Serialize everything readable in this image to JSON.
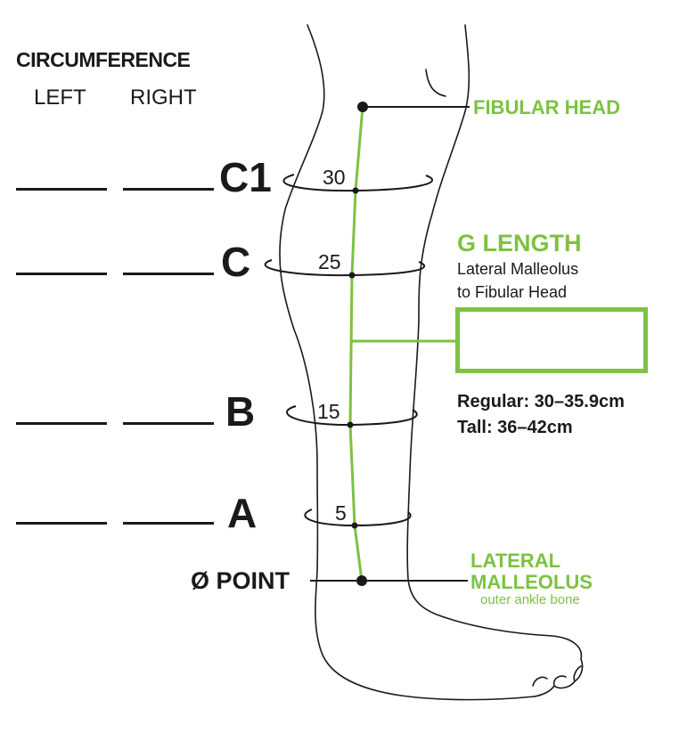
{
  "header": {
    "title": "CIRCUMFERENCE",
    "left": "LEFT",
    "right": "RIGHT"
  },
  "levels": [
    {
      "label": "C1",
      "measure": "30"
    },
    {
      "label": "C",
      "measure": "25"
    },
    {
      "label": "B",
      "measure": "15"
    },
    {
      "label": "A",
      "measure": "5"
    }
  ],
  "zero_point": "Ø POINT",
  "fibular_head": "FIBULAR HEAD",
  "g_length": {
    "title": "G LENGTH",
    "line1": "Lateral Malleolus",
    "line2": "to Fibular Head",
    "regular": "Regular: 30–35.9cm",
    "tall": "Tall: 36–42cm"
  },
  "lateral_malleolus": {
    "line1": "LATERAL",
    "line2": "MALLEOLUS",
    "note": "outer ankle bone"
  },
  "colors": {
    "accent": "#7dc242",
    "ink": "#1a1a1a"
  }
}
